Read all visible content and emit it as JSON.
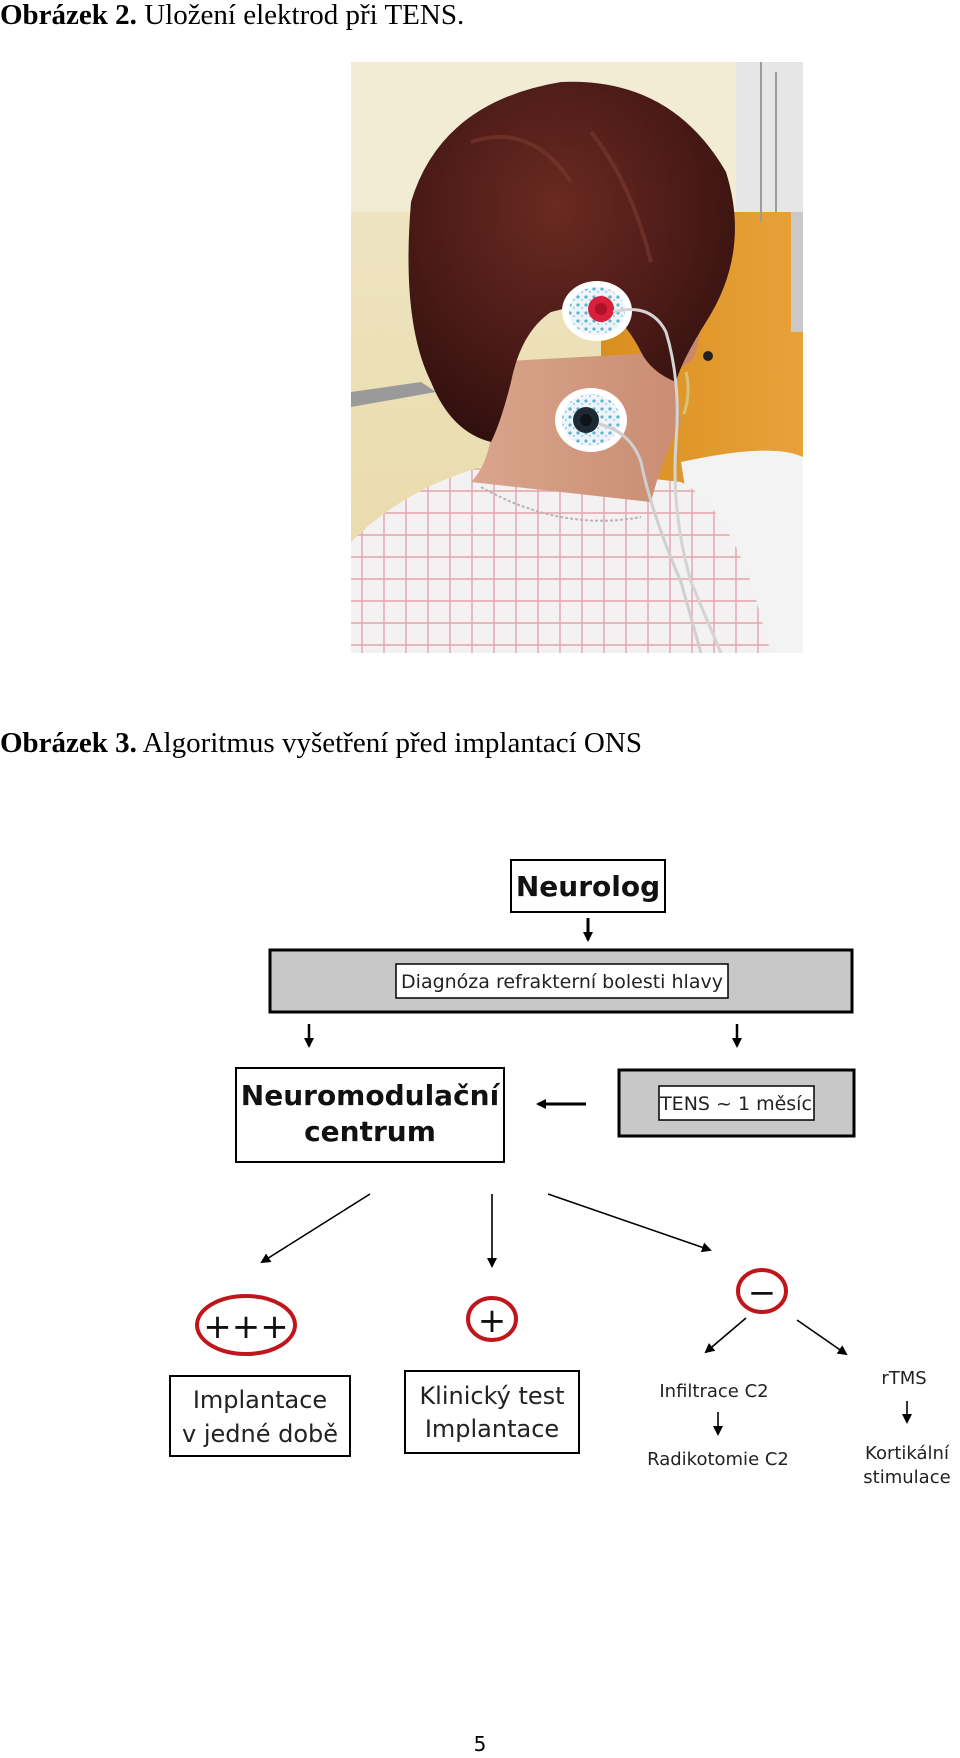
{
  "figure2": {
    "label": "Obrázek 2.",
    "text": " Uložení elektrod při TENS."
  },
  "figure3": {
    "label": "Obrázek 3.",
    "text": " Algoritmus vyšetření před implantací ONS"
  },
  "flowchart": {
    "neurolog": "Neurolog",
    "diagnosis": "Diagnóza refrakterní bolesti hlavy",
    "centrum_line1": "Neuromodulační",
    "centrum_line2": "centrum",
    "tens": "TENS ~ 1 měsíc",
    "outcome_strong": "+++",
    "outcome_positive": "+",
    "outcome_negative": "−",
    "implantace_line1": "Implantace",
    "implantace_line2": "v jedné době",
    "klinicky_line1": "Klinický test",
    "klinicky_line2": "Implantace",
    "infiltrace": "Infiltrace C2",
    "radikotomie": "Radikotomie C2",
    "rtms": "rTMS",
    "kortikalni_line1": "Kortikální",
    "kortikalni_line2": "stimulace"
  },
  "page_number": "5",
  "colors": {
    "box_gray": "#c8c8c8",
    "circle_red": "#c0161b"
  }
}
